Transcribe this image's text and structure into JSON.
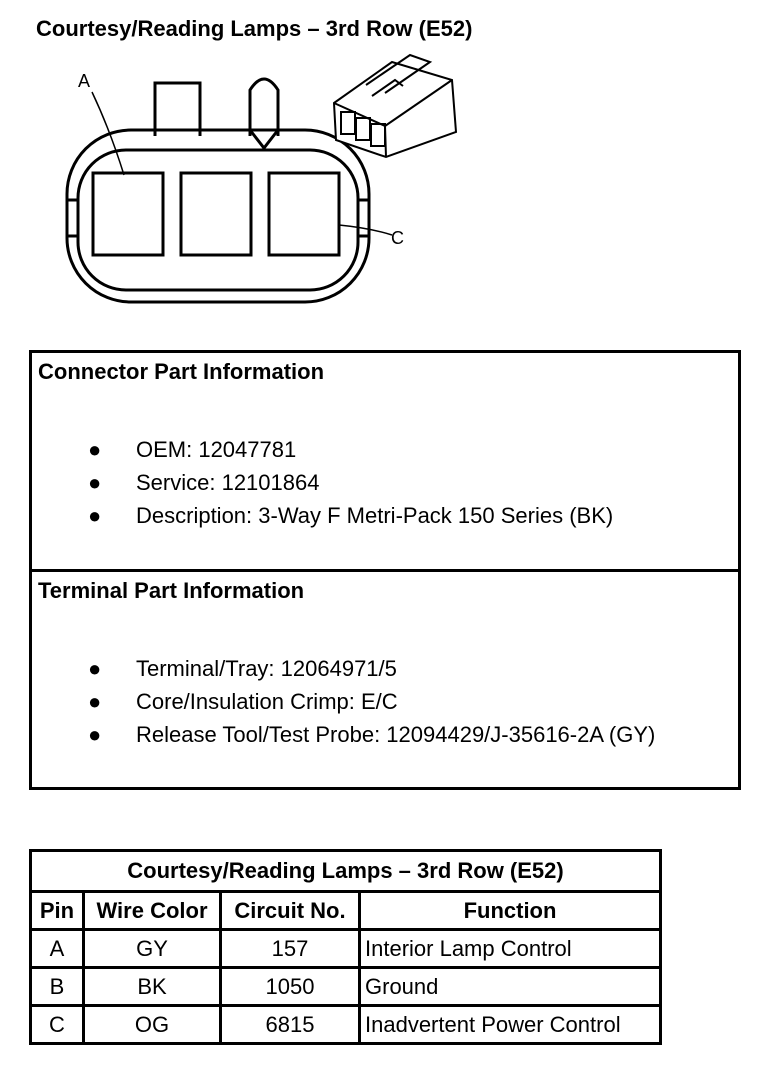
{
  "page": {
    "title": "Courtesy/Reading Lamps – 3rd Row (E52)"
  },
  "diagram": {
    "labels": {
      "a": "A",
      "c": "C"
    }
  },
  "connector_info": {
    "heading": "Connector Part Information",
    "items": [
      "OEM: 12047781",
      "Service: 12101864",
      "Description: 3-Way F Metri-Pack 150 Series (BK)"
    ]
  },
  "terminal_info": {
    "heading": "Terminal Part Information",
    "items": [
      "Terminal/Tray: 12064971/5",
      "Core/Insulation Crimp: E/C",
      "Release Tool/Test Probe: 12094429/J-35616-2A (GY)"
    ]
  },
  "pin_table": {
    "title": "Courtesy/Reading Lamps – 3rd Row (E52)",
    "headers": [
      "Pin",
      "Wire Color",
      "Circuit No.",
      "Function"
    ],
    "rows": [
      [
        "A",
        "GY",
        "157",
        "Interior Lamp Control"
      ],
      [
        "B",
        "BK",
        "1050",
        "Ground"
      ],
      [
        "C",
        "OG",
        "6815",
        "Inadvertent Power Control"
      ]
    ]
  },
  "bullet_symbol": "●"
}
